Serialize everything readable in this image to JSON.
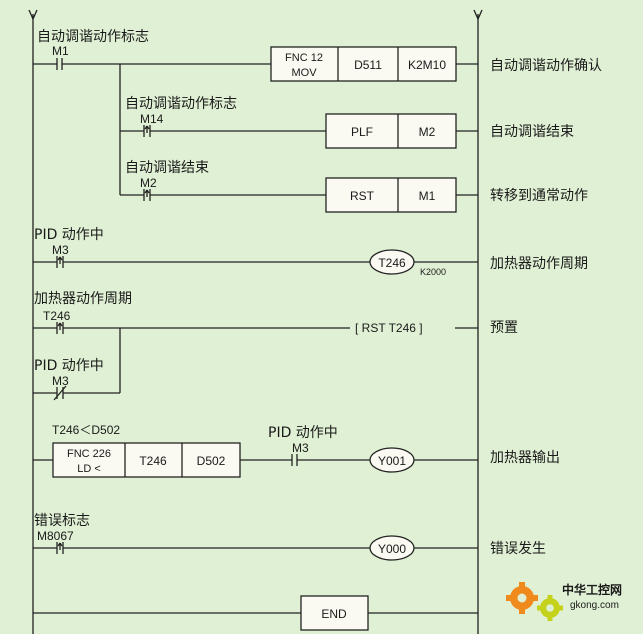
{
  "rungs": [
    {
      "contacts": [
        {
          "label": "自动调谐动作标志",
          "device": "M1"
        },
        {
          "label": "自动调谐动作标志",
          "device": "M14"
        },
        {
          "label": "自动调谐结束",
          "device": "M2"
        }
      ],
      "instructions": [
        {
          "parts": [
            "FNC 12",
            "MOV",
            "D511",
            "K2M10"
          ],
          "comment": "自动调谐动作确认"
        },
        {
          "parts": [
            "PLF",
            "M2"
          ],
          "comment": "自动调谐结束"
        },
        {
          "parts": [
            "RST",
            "M1"
          ],
          "comment": "转移到通常动作"
        }
      ]
    },
    {
      "contact": {
        "label": "PID 动作中",
        "device": "M3"
      },
      "coil": {
        "device": "T246",
        "setting": "K2000"
      },
      "comment": "加热器动作周期"
    },
    {
      "contact": {
        "label": "加热器动作周期",
        "device": "T246"
      },
      "parallel_contact": {
        "label": "PID 动作中",
        "device": "M3"
      },
      "instruction": {
        "text": "[ RST   T246 ]"
      },
      "comment": "预置"
    },
    {
      "compare_label": "T246＜D502",
      "compare_box": {
        "parts": [
          "FNC 226",
          "LD <",
          "T246",
          "D502"
        ]
      },
      "contact": {
        "label": "PID 动作中",
        "device": "M3"
      },
      "coil": {
        "device": "Y001"
      },
      "comment": "加热器输出"
    },
    {
      "contact": {
        "label": "错误标志",
        "device": "M8067"
      },
      "coil": {
        "device": "Y000"
      },
      "comment": "错误发生"
    },
    {
      "instruction": {
        "text": "END"
      }
    }
  ],
  "watermark": {
    "text": "中华工控网",
    "url": "gkong.com"
  },
  "colors": {
    "background": "#e0f0d4",
    "line": "#222222",
    "watermark_orange": "#f08a1c"
  }
}
